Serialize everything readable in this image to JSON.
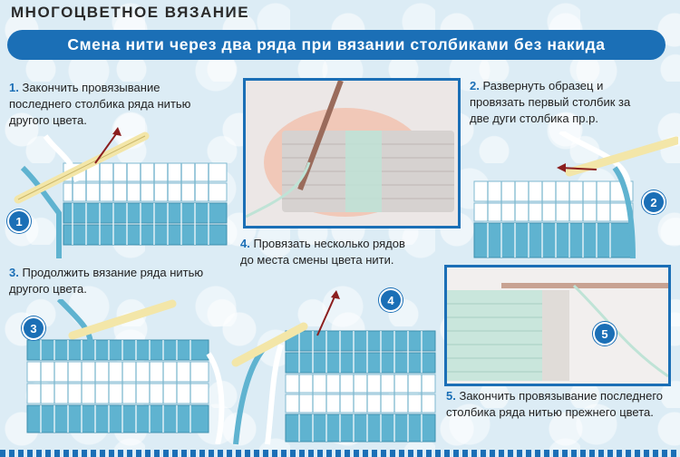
{
  "header": {
    "title": "МНОГОЦВЕТНОЕ  ВЯЗАНИЕ"
  },
  "banner": {
    "text": "Смена нити через два ряда при вязании столбиками без накида"
  },
  "steps": [
    {
      "num": "1.",
      "text": "Закончить провязывание последнего столбика ряда нитью другого цвета."
    },
    {
      "num": "2.",
      "text": "Развернуть образец и провязать первый столбик за две дуги столбика пр.р."
    },
    {
      "num": "3.",
      "text": "Продолжить вязание ряда нитью другого цвета."
    },
    {
      "num": "4.",
      "text": "Провязать несколько рядов до места смены цвета нити."
    },
    {
      "num": "5.",
      "text": "Закончить провязывание последнего столбика ряда нитью прежнего цвета."
    }
  ],
  "badges": [
    "1",
    "2",
    "3",
    "4",
    "5"
  ],
  "colors": {
    "accent": "#1b6fb6",
    "yarn_blue": "#5fb3d0",
    "yarn_white": "#ffffff",
    "hook": "#f3e6a8",
    "arrow": "#8b1e1e",
    "mint": "#bfe3d6"
  }
}
